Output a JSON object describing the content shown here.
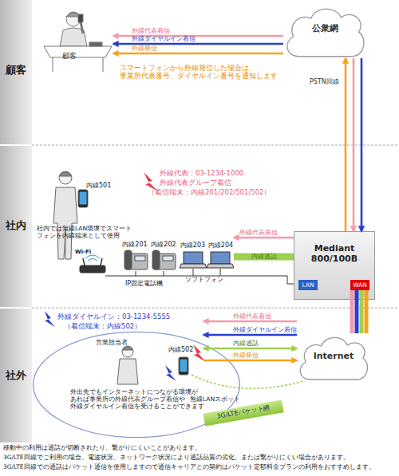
{
  "diagram": {
    "nodes": [
      {
        "text": [
          "顧客"
        ]
      },
      {
        "text": [
          "社内"
        ]
      },
      {
        "text": [
          "社外"
        ]
      },
      {
        "text": [
          "顧客"
        ]
      },
      {
        "text": [
          "公衆網"
        ]
      },
      {
        "text": [
          "Mediant 800/100B"
        ]
      },
      {
        "text": [
          "LAN"
        ],
        "in": 5
      },
      {
        "text": [
          "WAN"
        ],
        "in": 5
      },
      {
        "text": [
          "内線201"
        ]
      },
      {
        "text": [
          "内線202"
        ]
      },
      {
        "text": [
          "内線203"
        ]
      },
      {
        "text": [
          "内線204"
        ]
      },
      {
        "text": [
          "Internet"
        ]
      },
      {
        "text": [
          "営業担当者",
          "外出先でもインターネットにつながる環境が あれば事業所の外線代表グループ着信や 外線ダイヤルイン着信を受けることができます"
        ]
      },
      {
        "text": [
          "内線502"
        ],
        "in": 13
      },
      {
        "text": [
          "3G/LTEパケット網"
        ]
      }
    ],
    "edges": [
      {
        "from": 4,
        "to": 3,
        "label": "外線代表着信",
        "arrow": "to"
      },
      {
        "from": 4,
        "to": 3,
        "label": "外線ダイヤルイン着信",
        "arrow": "to"
      },
      {
        "from": 4,
        "to": 3,
        "label": "外線発信",
        "arrow": "to"
      },
      {
        "from": 4,
        "to": 5,
        "arrow": "to"
      },
      {
        "from": 4,
        "to": 5,
        "arrow": "to"
      },
      {
        "from": 5,
        "to": 4,
        "arrow": "to"
      },
      {
        "from": 5,
        "to": 11,
        "label": "外線代表着信",
        "arrow": "to"
      },
      {
        "from": 11,
        "to": 5,
        "label": "内線通話",
        "arrow": "none"
      },
      {
        "from": 7,
        "to": 12,
        "arrow": "none"
      },
      {
        "from": 7,
        "to": 12,
        "arrow": "none"
      },
      {
        "from": 7,
        "to": 12,
        "arrow": "none"
      },
      {
        "from": 7,
        "to": 12,
        "arrow": "none"
      },
      {
        "from": 12,
        "to": 14,
        "label": "外線代表着信",
        "arrow": "to"
      },
      {
        "from": 12,
        "to": 14,
        "label": "外線ダイヤルイン着信",
        "arrow": "to"
      },
      {
        "from": 12,
        "to": 14,
        "label": "内線通話",
        "arrow": "both"
      },
      {
        "from": 14,
        "to": 12,
        "label": "外線発信",
        "arrow": "to"
      }
    ],
    "labels": [
      "スマートフォンから外線発信した場合は、 事業所代表番号、ダイヤルイン番号を通知します",
      "PSTN回線",
      "内線501",
      "外線代表：03-1234-1000",
      "外線代表グループ着信",
      "（着信端末：内線201/202/501/502）",
      "社内では無線LAN環境でスマート フォンを内線端末として使用",
      "Wi-Fi",
      "IP固定電話機",
      "ソフトフォン",
      "外線ダイヤルイン：03-1234-5555",
      "（着信端末：内線502）",
      "無線LANスポット",
      "移動中の利用は通話が切断されたり、繋がりにくいことがあります。",
      "3G/LTE回線でご利用の場合、電波状況、ネットワーク状況により通話品質の劣化、または繋がりにくい場合があります。",
      "3G/LTE回線での通話はパケット通信を使用しますので通信キャリアとの契約はパケット定額料金プランの利用をおすすめします。"
    ]
  }
}
